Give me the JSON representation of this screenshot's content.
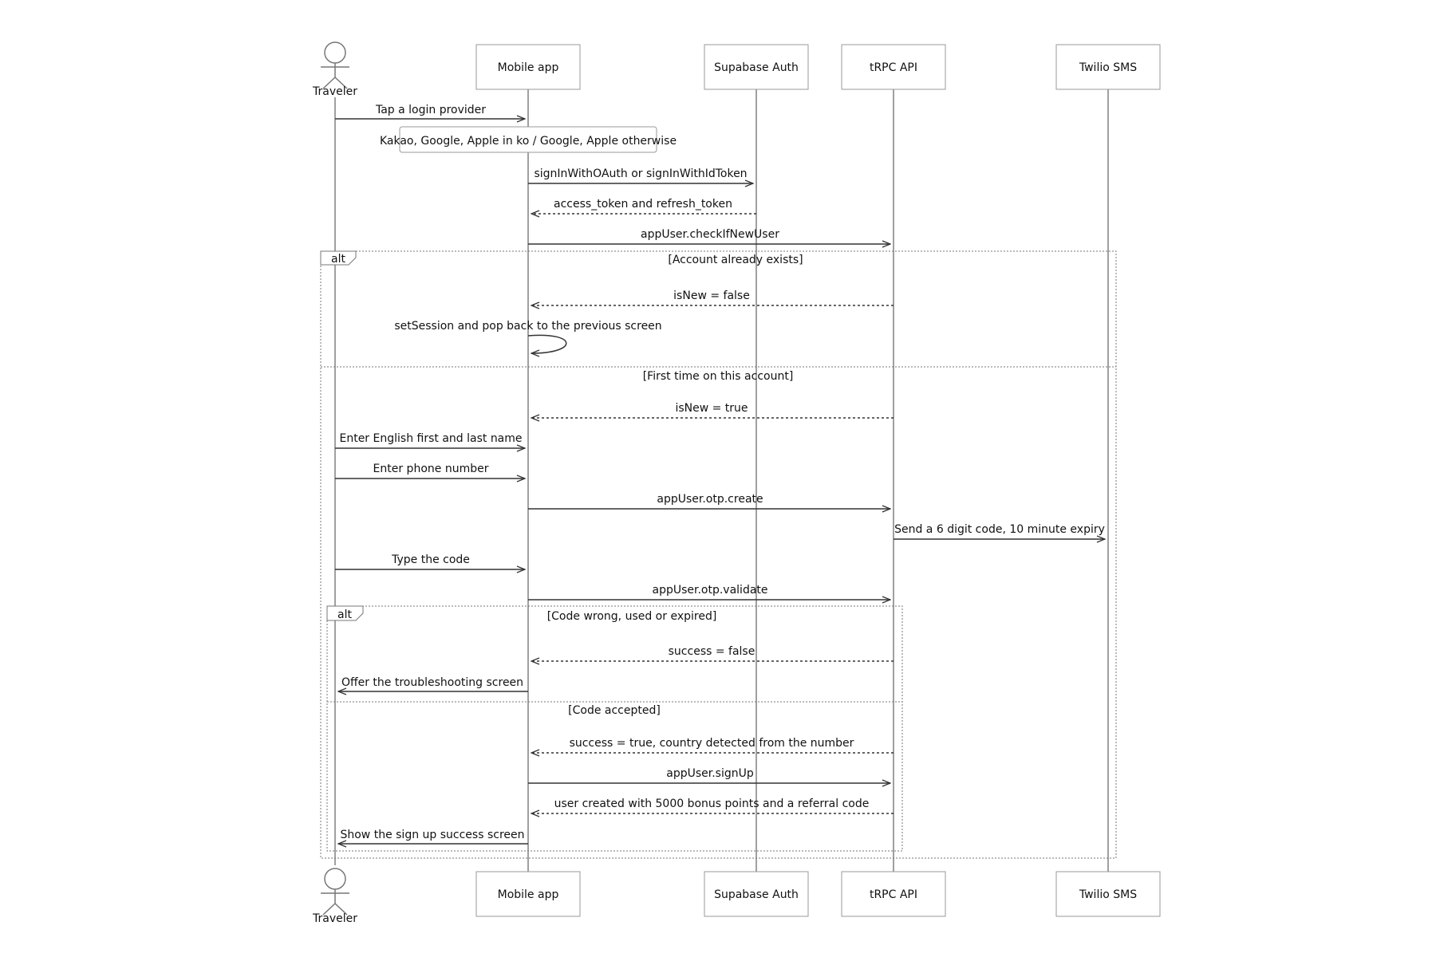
{
  "participants": {
    "traveler": "Traveler",
    "mobile": "Mobile app",
    "supabase": "Supabase Auth",
    "trpc": "tRPC API",
    "twilio": "Twilio SMS"
  },
  "note": "Kakao, Google, Apple in ko / Google, Apple otherwise",
  "messages": {
    "tap_login": "Tap a login provider",
    "sign_in": "signInWithOAuth or signInWithIdToken",
    "tokens": "access_token and refresh_token",
    "check_new": "appUser.checkIfNewUser",
    "is_new_false": "isNew = false",
    "set_session": "setSession and pop back to the previous screen",
    "is_new_true": "isNew = true",
    "enter_name": "Enter English first and last name",
    "enter_phone": "Enter phone number",
    "otp_create": "appUser.otp.create",
    "send_code": "Send a 6 digit code, 10 minute expiry",
    "type_code": "Type the code",
    "otp_validate": "appUser.otp.validate",
    "success_false": "success = false",
    "troubleshoot": "Offer the troubleshooting screen",
    "success_true": "success = true, country detected from the number",
    "sign_up": "appUser.signUp",
    "user_created": "user created with 5000 bonus points and a referral code",
    "signup_success": "Show the sign up success screen"
  },
  "frames": {
    "outer": {
      "keyword": "alt",
      "condition_1": "[Account already exists]",
      "condition_2": "[First time on this account]"
    },
    "inner": {
      "keyword": "alt",
      "condition_1": "[Code wrong, used or expired]",
      "condition_2": "[Code accepted]"
    }
  },
  "colors": {
    "line": "#333333",
    "box_border": "#9a9a9a",
    "lifeline": "#888888",
    "text": "#111111"
  }
}
